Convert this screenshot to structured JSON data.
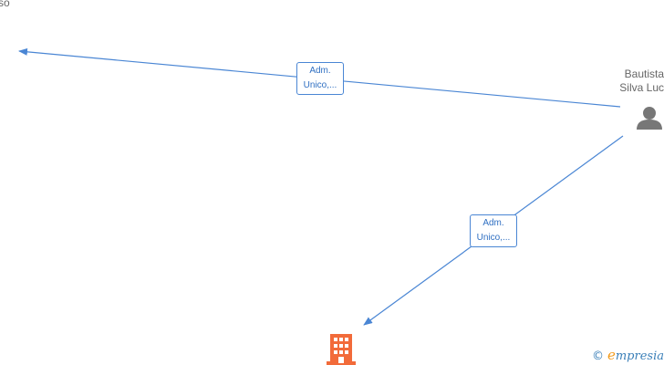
{
  "nodes": {
    "top_left_partial": "so",
    "person_line1": "Bautista",
    "person_line2": "Silva Luc"
  },
  "edges": [
    {
      "label_line1": "Adm.",
      "label_line2": "Unico,..."
    },
    {
      "label_line1": "Adm.",
      "label_line2": "Unico,..."
    }
  ],
  "icons": {
    "person": "person-icon",
    "company": "building-icon"
  },
  "colors": {
    "edge": "#4a86d4",
    "person_icon": "#777777",
    "company_icon": "#f26b3a"
  },
  "watermark": {
    "copyright": "©",
    "brand_initial": "e",
    "brand_rest": "mpresia"
  }
}
